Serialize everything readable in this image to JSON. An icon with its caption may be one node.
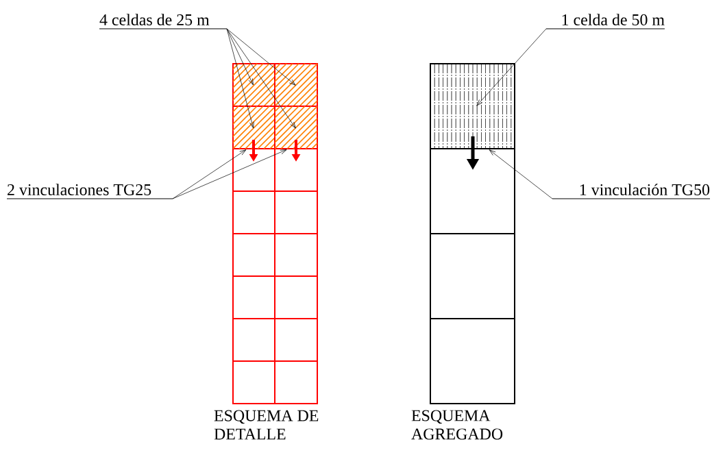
{
  "diagram": {
    "nodes": [
      {
        "text": [
          "4 celdas de 25 m"
        ]
      },
      {
        "text": [],
        "shape": "box"
      },
      {
        "text": [],
        "shape": "box"
      },
      {
        "text": [],
        "shape": "box"
      },
      {
        "text": [],
        "shape": "box"
      },
      {
        "text": [
          "2 vinculaciones TG25"
        ]
      },
      {
        "text": [
          "1 celda de 50 m"
        ]
      },
      {
        "text": [],
        "shape": "box"
      },
      {
        "text": [
          "1 vinculación TG50"
        ]
      }
    ],
    "edges": [
      {
        "from": 0,
        "to": 1,
        "arrow": "to"
      },
      {
        "from": 0,
        "to": 2,
        "arrow": "to"
      },
      {
        "from": 0,
        "to": 3,
        "arrow": "to"
      },
      {
        "from": 0,
        "to": 4,
        "arrow": "to"
      },
      {
        "from": 5,
        "to": 3,
        "arrow": "to"
      },
      {
        "from": 5,
        "to": 4,
        "arrow": "to"
      },
      {
        "from": 6,
        "to": 7,
        "arrow": "to"
      },
      {
        "from": 8,
        "to": 7,
        "arrow": "to"
      }
    ],
    "labels": [
      "ESQUEMA DE DETALLE",
      "ESQUEMA AGREGADO"
    ]
  }
}
